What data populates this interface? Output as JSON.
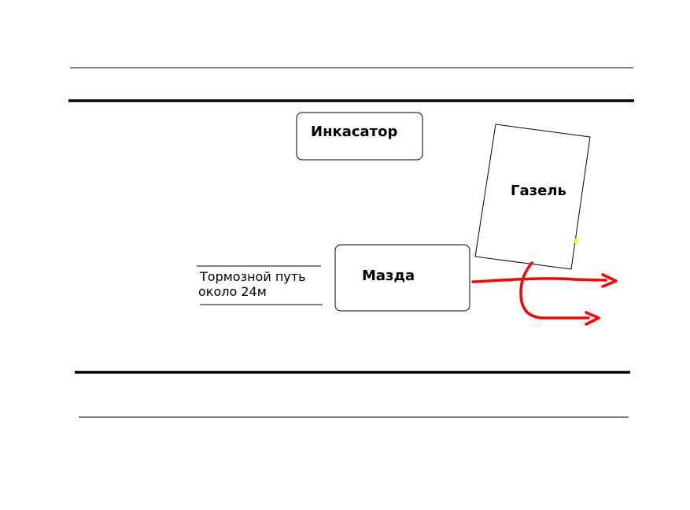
{
  "diagram": {
    "vehicles": {
      "inkasator": {
        "label": "Инкасатор"
      },
      "gazel": {
        "label": "Газель"
      },
      "mazda": {
        "label": "Мазда"
      }
    },
    "note": {
      "line1": "Тормозной путь",
      "line2": "около 24м"
    },
    "colors": {
      "road_line": "#000000",
      "arrow": "#ff0000",
      "marker": "#ffff00"
    }
  }
}
